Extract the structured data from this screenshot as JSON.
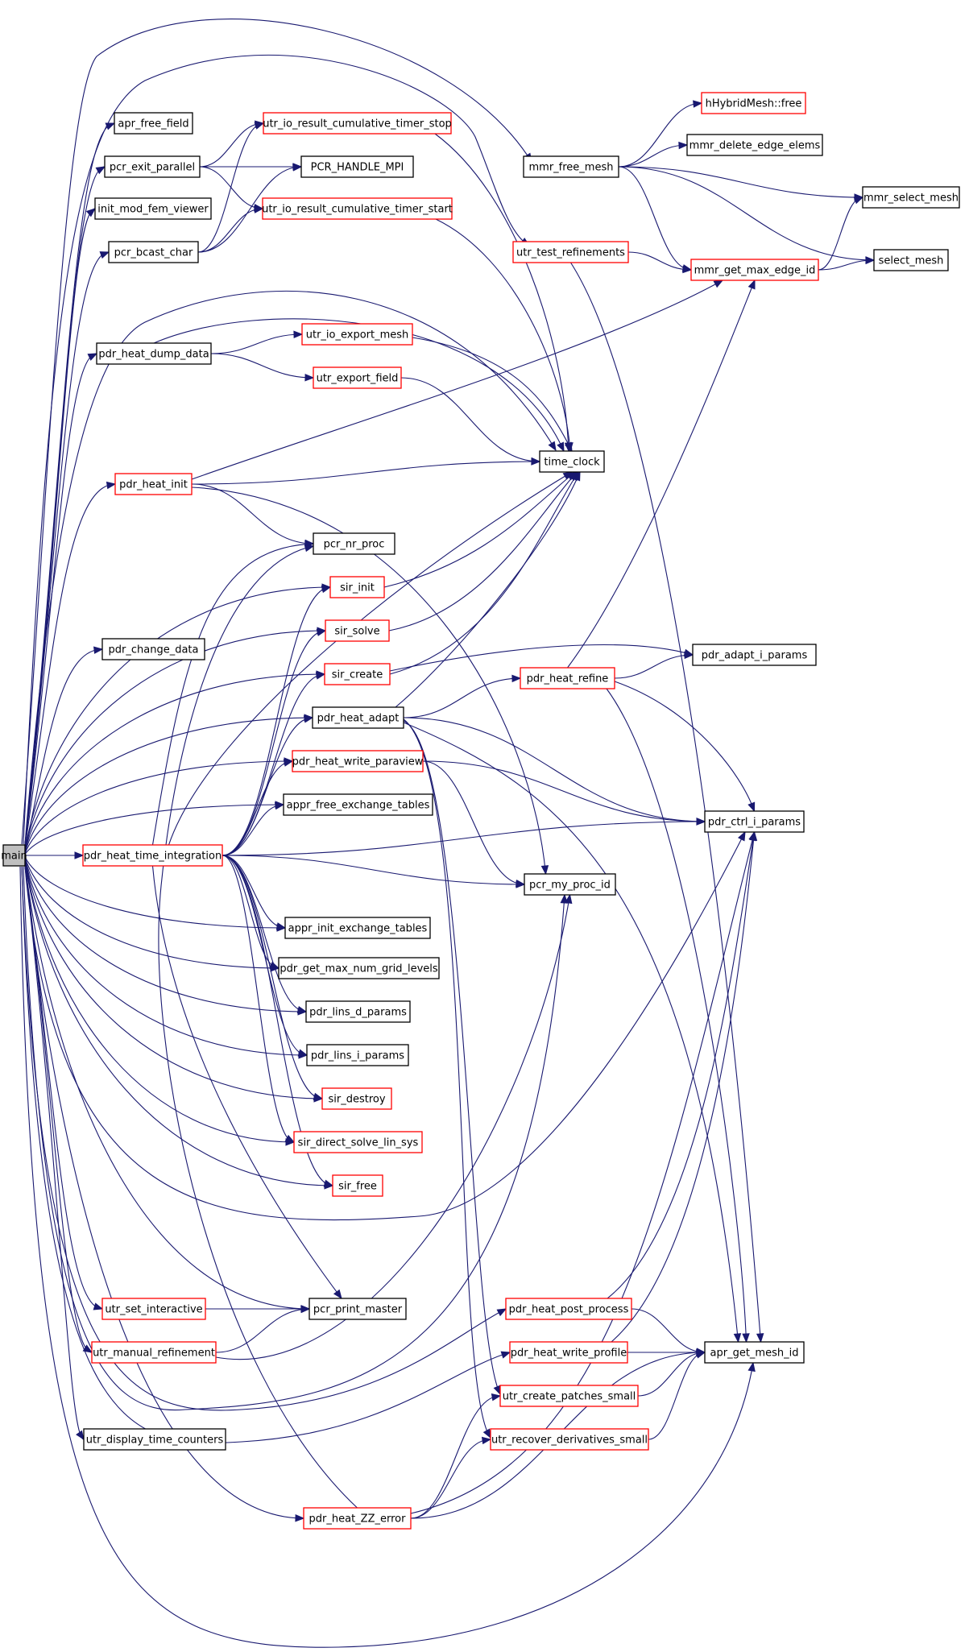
{
  "graph": {
    "colors": {
      "edge": "#191970",
      "node_border_normal": "#000000",
      "node_border_truncated": "#ff0000",
      "root_fill": "#bfbfbf",
      "node_fill": "#ffffff"
    },
    "root": "main",
    "nodes": [
      {
        "id": "main",
        "label": "main",
        "style": "root"
      },
      {
        "id": "apr_free_field",
        "label": "apr_free_field",
        "style": "normal"
      },
      {
        "id": "pcr_exit_parallel",
        "label": "pcr_exit_parallel",
        "style": "normal"
      },
      {
        "id": "init_mod_fem_viewer",
        "label": "init_mod_fem_viewer",
        "style": "normal"
      },
      {
        "id": "pcr_bcast_char",
        "label": "pcr_bcast_char",
        "style": "normal"
      },
      {
        "id": "pdr_heat_dump_data",
        "label": "pdr_heat_dump_data",
        "style": "normal"
      },
      {
        "id": "pdr_heat_init",
        "label": "pdr_heat_init",
        "style": "truncated"
      },
      {
        "id": "pdr_change_data",
        "label": "pdr_change_data",
        "style": "normal"
      },
      {
        "id": "pdr_heat_time_integration",
        "label": "pdr_heat_time_integration",
        "style": "truncated"
      },
      {
        "id": "utr_set_interactive",
        "label": "utr_set_interactive",
        "style": "truncated"
      },
      {
        "id": "utr_manual_refinement",
        "label": "utr_manual_refinement",
        "style": "truncated"
      },
      {
        "id": "utr_display_time_counters",
        "label": "utr_display_time_counters",
        "style": "normal"
      },
      {
        "id": "pdr_heat_ZZ_error",
        "label": "pdr_heat_ZZ_error",
        "style": "truncated"
      },
      {
        "id": "utr_io_result_cumulative_timer_stop",
        "label": "utr_io_result_cumulative_timer_stop",
        "style": "truncated"
      },
      {
        "id": "PCR_HANDLE_MPI",
        "label": "PCR_HANDLE_MPI",
        "style": "normal"
      },
      {
        "id": "utr_io_result_cumulative_timer_start",
        "label": "utr_io_result_cumulative_timer_start",
        "style": "truncated"
      },
      {
        "id": "utr_io_export_mesh",
        "label": "utr_io_export_mesh",
        "style": "truncated"
      },
      {
        "id": "utr_export_field",
        "label": "utr_export_field",
        "style": "truncated"
      },
      {
        "id": "pcr_nr_proc",
        "label": "pcr_nr_proc",
        "style": "normal"
      },
      {
        "id": "sir_init",
        "label": "sir_init",
        "style": "truncated"
      },
      {
        "id": "sir_solve",
        "label": "sir_solve",
        "style": "truncated"
      },
      {
        "id": "sir_create",
        "label": "sir_create",
        "style": "truncated"
      },
      {
        "id": "pdr_heat_adapt",
        "label": "pdr_heat_adapt",
        "style": "normal"
      },
      {
        "id": "pdr_heat_write_paraview",
        "label": "pdr_heat_write_paraview",
        "style": "truncated"
      },
      {
        "id": "appr_free_exchange_tables",
        "label": "appr_free_exchange_tables",
        "style": "normal"
      },
      {
        "id": "appr_init_exchange_tables",
        "label": "appr_init_exchange_tables",
        "style": "normal"
      },
      {
        "id": "pdr_get_max_num_grid_levels",
        "label": "pdr_get_max_num_grid_levels",
        "style": "normal"
      },
      {
        "id": "pdr_lins_d_params",
        "label": "pdr_lins_d_params",
        "style": "normal"
      },
      {
        "id": "pdr_lins_i_params",
        "label": "pdr_lins_i_params",
        "style": "normal"
      },
      {
        "id": "sir_destroy",
        "label": "sir_destroy",
        "style": "truncated"
      },
      {
        "id": "sir_direct_solve_lin_sys",
        "label": "sir_direct_solve_lin_sys",
        "style": "truncated"
      },
      {
        "id": "sir_free",
        "label": "sir_free",
        "style": "truncated"
      },
      {
        "id": "pcr_print_master",
        "label": "pcr_print_master",
        "style": "normal"
      },
      {
        "id": "mmr_free_mesh",
        "label": "mmr_free_mesh",
        "style": "normal"
      },
      {
        "id": "utr_test_refinements",
        "label": "utr_test_refinements",
        "style": "truncated"
      },
      {
        "id": "time_clock",
        "label": "time_clock",
        "style": "normal"
      },
      {
        "id": "pdr_heat_refine",
        "label": "pdr_heat_refine",
        "style": "truncated"
      },
      {
        "id": "pcr_my_proc_id",
        "label": "pcr_my_proc_id",
        "style": "normal"
      },
      {
        "id": "pdr_heat_post_process",
        "label": "pdr_heat_post_process",
        "style": "truncated"
      },
      {
        "id": "pdr_heat_write_profile",
        "label": "pdr_heat_write_profile",
        "style": "truncated"
      },
      {
        "id": "utr_create_patches_small",
        "label": "utr_create_patches_small",
        "style": "truncated"
      },
      {
        "id": "utr_recover_derivatives_small",
        "label": "utr_recover_derivatives_small",
        "style": "truncated"
      },
      {
        "id": "hHybridMesh_free",
        "label": "hHybridMesh::free",
        "style": "truncated"
      },
      {
        "id": "mmr_delete_edge_elems",
        "label": "mmr_delete_edge_elems",
        "style": "normal"
      },
      {
        "id": "mmr_get_max_edge_id",
        "label": "mmr_get_max_edge_id",
        "style": "truncated"
      },
      {
        "id": "mmr_select_mesh",
        "label": "mmr_select_mesh",
        "style": "normal"
      },
      {
        "id": "select_mesh",
        "label": "select_mesh",
        "style": "normal"
      },
      {
        "id": "pdr_adapt_i_params",
        "label": "pdr_adapt_i_params",
        "style": "normal"
      },
      {
        "id": "pdr_ctrl_i_params",
        "label": "pdr_ctrl_i_params",
        "style": "normal"
      },
      {
        "id": "apr_get_mesh_id",
        "label": "apr_get_mesh_id",
        "style": "normal"
      }
    ],
    "edges": [
      [
        "main",
        "apr_free_field"
      ],
      [
        "main",
        "pcr_exit_parallel"
      ],
      [
        "main",
        "init_mod_fem_viewer"
      ],
      [
        "main",
        "pcr_bcast_char"
      ],
      [
        "main",
        "pdr_heat_dump_data"
      ],
      [
        "main",
        "pdr_heat_init"
      ],
      [
        "main",
        "pdr_change_data"
      ],
      [
        "main",
        "pdr_heat_time_integration"
      ],
      [
        "main",
        "utr_set_interactive"
      ],
      [
        "main",
        "utr_manual_refinement"
      ],
      [
        "main",
        "utr_display_time_counters"
      ],
      [
        "main",
        "pdr_heat_ZZ_error"
      ],
      [
        "main",
        "mmr_free_mesh"
      ],
      [
        "main",
        "utr_test_refinements"
      ],
      [
        "main",
        "time_clock"
      ],
      [
        "main",
        "sir_init"
      ],
      [
        "main",
        "sir_solve"
      ],
      [
        "main",
        "sir_create"
      ],
      [
        "main",
        "pdr_heat_adapt"
      ],
      [
        "main",
        "pdr_heat_write_paraview"
      ],
      [
        "main",
        "appr_free_exchange_tables"
      ],
      [
        "main",
        "appr_init_exchange_tables"
      ],
      [
        "main",
        "pdr_get_max_num_grid_levels"
      ],
      [
        "main",
        "pdr_lins_d_params"
      ],
      [
        "main",
        "pdr_lins_i_params"
      ],
      [
        "main",
        "sir_destroy"
      ],
      [
        "main",
        "sir_direct_solve_lin_sys"
      ],
      [
        "main",
        "sir_free"
      ],
      [
        "main",
        "pcr_print_master"
      ],
      [
        "main",
        "pdr_ctrl_i_params"
      ],
      [
        "main",
        "pcr_my_proc_id"
      ],
      [
        "main",
        "pdr_heat_post_process"
      ],
      [
        "main",
        "pdr_heat_write_profile"
      ],
      [
        "main",
        "apr_get_mesh_id"
      ],
      [
        "pcr_exit_parallel",
        "utr_io_result_cumulative_timer_stop"
      ],
      [
        "pcr_exit_parallel",
        "PCR_HANDLE_MPI"
      ],
      [
        "pcr_exit_parallel",
        "utr_io_result_cumulative_timer_start"
      ],
      [
        "pcr_bcast_char",
        "utr_io_result_cumulative_timer_stop"
      ],
      [
        "pcr_bcast_char",
        "PCR_HANDLE_MPI"
      ],
      [
        "pcr_bcast_char",
        "utr_io_result_cumulative_timer_start"
      ],
      [
        "utr_io_result_cumulative_timer_stop",
        "time_clock"
      ],
      [
        "utr_io_result_cumulative_timer_start",
        "time_clock"
      ],
      [
        "pdr_heat_dump_data",
        "utr_io_export_mesh"
      ],
      [
        "pdr_heat_dump_data",
        "utr_export_field"
      ],
      [
        "pdr_heat_dump_data",
        "time_clock"
      ],
      [
        "utr_io_export_mesh",
        "time_clock"
      ],
      [
        "utr_export_field",
        "time_clock"
      ],
      [
        "pdr_heat_init",
        "mmr_get_max_edge_id"
      ],
      [
        "pdr_heat_init",
        "time_clock"
      ],
      [
        "pdr_heat_init",
        "pcr_nr_proc"
      ],
      [
        "pdr_heat_init",
        "pcr_my_proc_id"
      ],
      [
        "sir_init",
        "time_clock"
      ],
      [
        "sir_solve",
        "time_clock"
      ],
      [
        "sir_create",
        "time_clock"
      ],
      [
        "sir_create",
        "pdr_adapt_i_params"
      ],
      [
        "pdr_heat_adapt",
        "time_clock"
      ],
      [
        "pdr_heat_adapt",
        "pdr_heat_refine"
      ],
      [
        "pdr_heat_adapt",
        "pdr_ctrl_i_params"
      ],
      [
        "pdr_heat_adapt",
        "apr_get_mesh_id"
      ],
      [
        "pdr_heat_adapt",
        "utr_create_patches_small"
      ],
      [
        "pdr_heat_adapt",
        "utr_recover_derivatives_small"
      ],
      [
        "pdr_heat_refine",
        "mmr_get_max_edge_id"
      ],
      [
        "pdr_heat_refine",
        "pdr_adapt_i_params"
      ],
      [
        "pdr_heat_refine",
        "pdr_ctrl_i_params"
      ],
      [
        "pdr_heat_refine",
        "apr_get_mesh_id"
      ],
      [
        "pdr_heat_write_paraview",
        "pdr_ctrl_i_params"
      ],
      [
        "pdr_heat_write_paraview",
        "pcr_my_proc_id"
      ],
      [
        "pdr_heat_time_integration",
        "pcr_nr_proc"
      ],
      [
        "pdr_heat_time_integration",
        "sir_init"
      ],
      [
        "pdr_heat_time_integration",
        "sir_solve"
      ],
      [
        "pdr_heat_time_integration",
        "sir_create"
      ],
      [
        "pdr_heat_time_integration",
        "pdr_heat_adapt"
      ],
      [
        "pdr_heat_time_integration",
        "pdr_heat_write_paraview"
      ],
      [
        "pdr_heat_time_integration",
        "appr_free_exchange_tables"
      ],
      [
        "pdr_heat_time_integration",
        "appr_init_exchange_tables"
      ],
      [
        "pdr_heat_time_integration",
        "pdr_get_max_num_grid_levels"
      ],
      [
        "pdr_heat_time_integration",
        "pdr_lins_d_params"
      ],
      [
        "pdr_heat_time_integration",
        "pdr_lins_i_params"
      ],
      [
        "pdr_heat_time_integration",
        "sir_destroy"
      ],
      [
        "pdr_heat_time_integration",
        "sir_direct_solve_lin_sys"
      ],
      [
        "pdr_heat_time_integration",
        "sir_free"
      ],
      [
        "pdr_heat_time_integration",
        "pcr_print_master"
      ],
      [
        "pdr_heat_time_integration",
        "pdr_ctrl_i_params"
      ],
      [
        "pdr_heat_time_integration",
        "pcr_my_proc_id"
      ],
      [
        "pdr_heat_time_integration",
        "time_clock"
      ],
      [
        "utr_set_interactive",
        "pcr_print_master"
      ],
      [
        "utr_manual_refinement",
        "pcr_print_master"
      ],
      [
        "utr_manual_refinement",
        "pcr_my_proc_id"
      ],
      [
        "pdr_heat_ZZ_error",
        "utr_create_patches_small"
      ],
      [
        "pdr_heat_ZZ_error",
        "utr_recover_derivatives_small"
      ],
      [
        "pdr_heat_ZZ_error",
        "apr_get_mesh_id"
      ],
      [
        "pdr_heat_ZZ_error",
        "pdr_ctrl_i_params"
      ],
      [
        "pdr_heat_ZZ_error",
        "pcr_nr_proc"
      ],
      [
        "mmr_free_mesh",
        "hHybridMesh_free"
      ],
      [
        "mmr_free_mesh",
        "mmr_delete_edge_elems"
      ],
      [
        "mmr_free_mesh",
        "mmr_select_mesh"
      ],
      [
        "mmr_free_mesh",
        "select_mesh"
      ],
      [
        "mmr_free_mesh",
        "mmr_get_max_edge_id"
      ],
      [
        "utr_test_refinements",
        "mmr_get_max_edge_id"
      ],
      [
        "utr_test_refinements",
        "apr_get_mesh_id"
      ],
      [
        "mmr_get_max_edge_id",
        "mmr_select_mesh"
      ],
      [
        "mmr_get_max_edge_id",
        "select_mesh"
      ],
      [
        "pdr_heat_post_process",
        "apr_get_mesh_id"
      ],
      [
        "pdr_heat_post_process",
        "pdr_ctrl_i_params"
      ],
      [
        "pdr_heat_write_profile",
        "apr_get_mesh_id"
      ],
      [
        "pdr_heat_write_profile",
        "pdr_ctrl_i_params"
      ],
      [
        "utr_create_patches_small",
        "apr_get_mesh_id"
      ],
      [
        "utr_recover_derivatives_small",
        "apr_get_mesh_id"
      ]
    ]
  }
}
